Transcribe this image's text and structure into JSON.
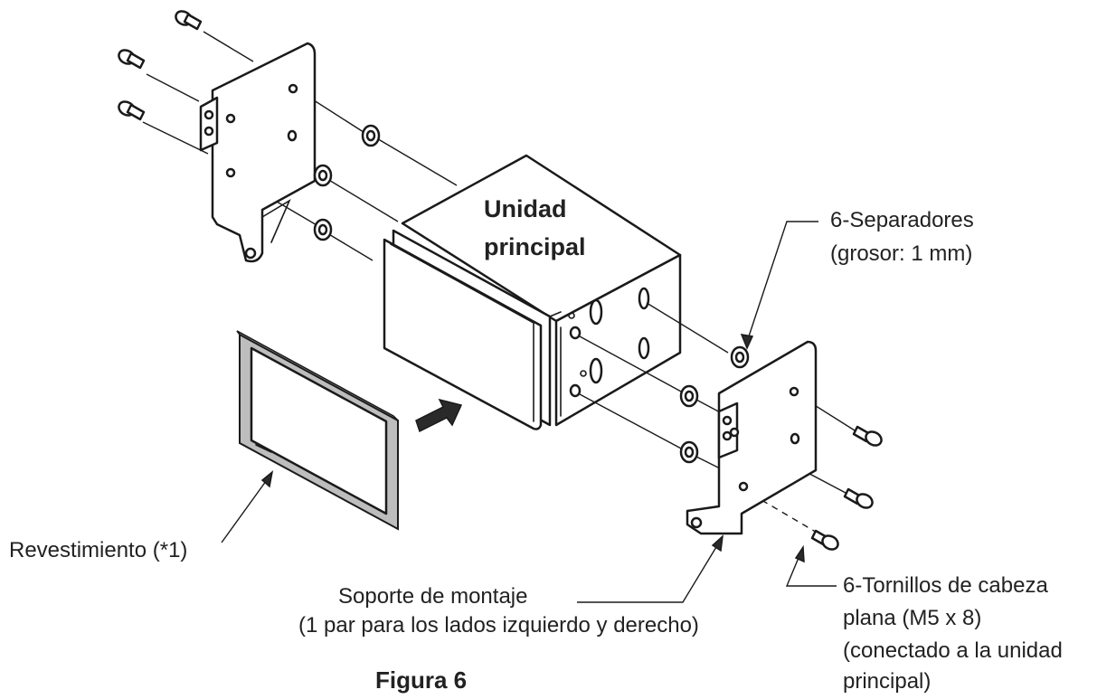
{
  "main_unit_label_line1": "Unidad",
  "main_unit_label_line2": "principal",
  "spacers_label_line1": "6-Separadores",
  "spacers_label_line2": "(grosor: 1 mm)",
  "trim_label": "Revestimiento (*1)",
  "bracket_label_line1": "Soporte de montaje",
  "bracket_label_line2": "(1 par para los lados izquierdo y derecho)",
  "screws_label_line1": "6-Tornillos de cabeza",
  "screws_label_line2": "plana (M5 x 8)",
  "screws_label_line3": "(conectado a la unidad",
  "screws_label_line4": "principal)",
  "figure_caption": "Figura 6"
}
